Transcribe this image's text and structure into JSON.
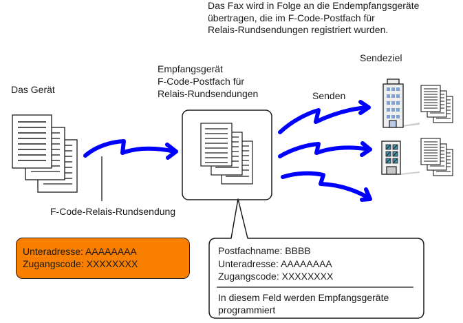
{
  "caption": {
    "lines": [
      "Das Fax wird in Folge an die Endempfangsgeräte",
      "übertragen, die im F-Code-Postfach für",
      "Relais-Rundsendungen registriert wurden."
    ]
  },
  "source": {
    "label": "Das Gerät"
  },
  "relay": {
    "label_lines": [
      "Empfangsgerät",
      "F-Code-Postfach für",
      "Relais-Rundsendungen"
    ],
    "transmission_label": "F-Code-Relais-Rundsendung"
  },
  "destination": {
    "title": "Sendeziel",
    "send_label": "Senden"
  },
  "sender_settings": {
    "lines": [
      "Unteradresse: AAAAAAAA",
      "Zugangscode: XXXXXXXX"
    ]
  },
  "mailbox_callout": {
    "lines": [
      "Postfachname: BBBB",
      "Unteradresse: AAAAAAAA",
      "Zugangscode: XXXXXXXX"
    ],
    "note_lines": [
      "In diesem Feld werden Empfangsgeräte",
      "programmiert"
    ]
  },
  "colors": {
    "arrow": "#0000ff",
    "highlight_box": "#f97f00",
    "building_window_light": "#7f9fcf",
    "building_window_teal": "#3f8fa8",
    "building_wall": "#eeeeee"
  }
}
